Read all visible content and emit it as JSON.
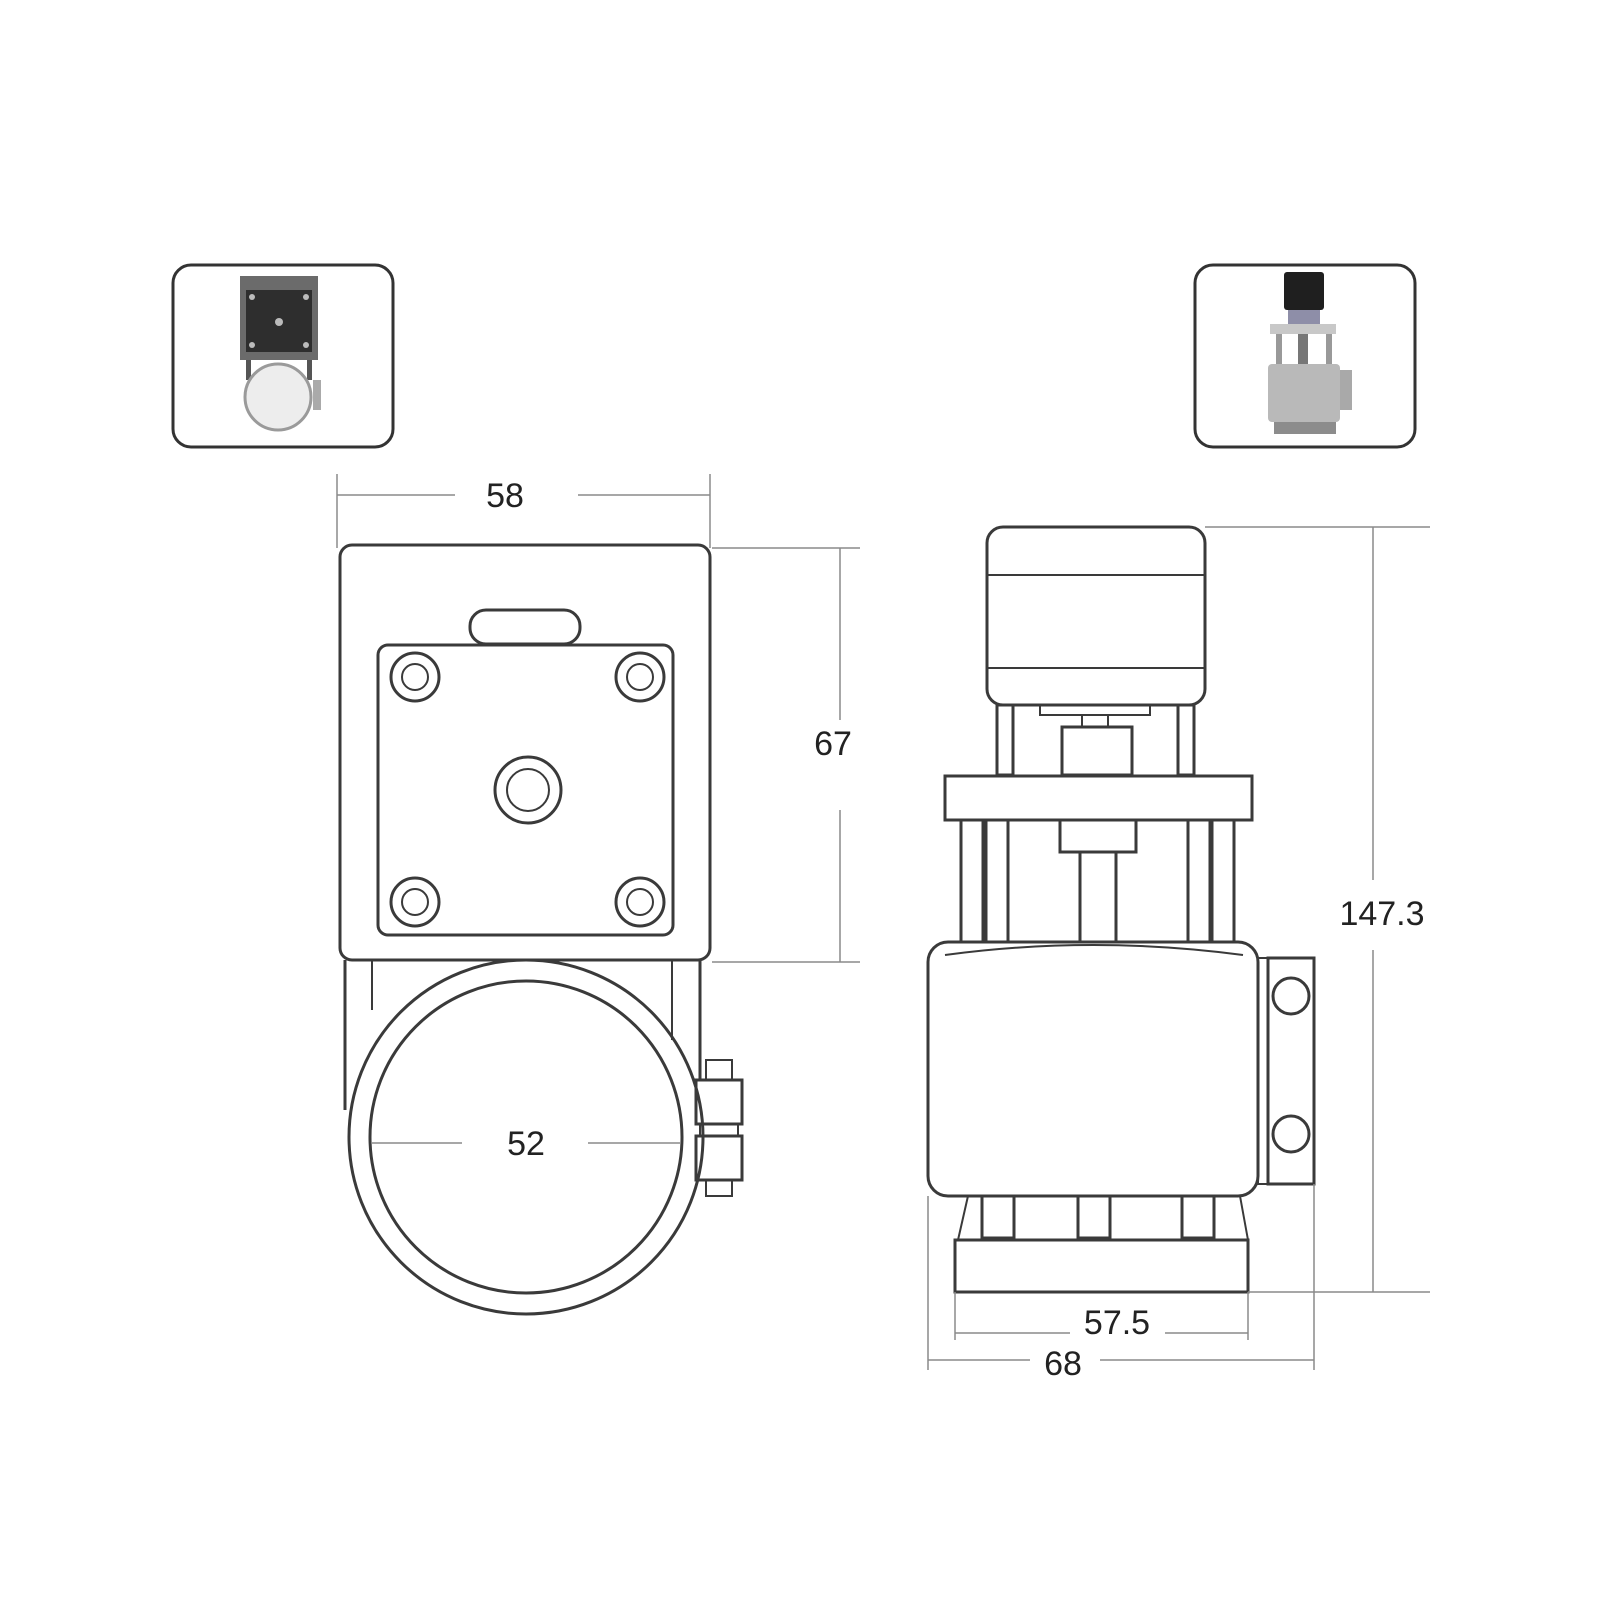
{
  "colors": {
    "line": "#3a3a3a",
    "dimension": "#8a8a8a",
    "text": "#222222",
    "background": "#ffffff"
  },
  "thumbnails": {
    "left": {
      "icon": "front-view-photo-icon"
    },
    "right": {
      "icon": "side-view-photo-icon"
    }
  },
  "dimensions": {
    "width_top": "58",
    "height_plate": "67",
    "clamp_diameter": "52",
    "total_height": "147.3",
    "base_width": "57.5",
    "body_width": "68"
  }
}
